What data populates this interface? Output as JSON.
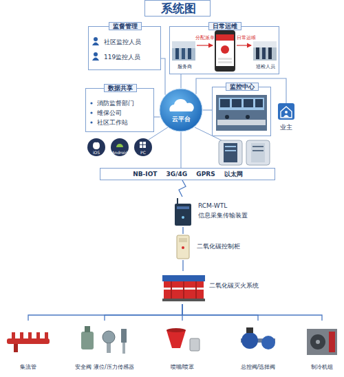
{
  "diagram": {
    "nodes": [
      {
        "text": [
          "系统图"
        ]
      },
      {
        "text": [
          "监督管理",
          "社区监控人员",
          "119监控人员"
        ]
      },
      {
        "text": [
          "日常运维",
          "服务商",
          "分配派单",
          "日常运维",
          "巡检人员"
        ]
      },
      {
        "text": [
          "数据共享",
          "消防监督部门",
          "维保公司",
          "社区工作站"
        ]
      },
      {
        "text": [
          "云平台"
        ]
      },
      {
        "text": [
          "监控中心"
        ]
      },
      {
        "text": [
          "业主"
        ]
      },
      {
        "text": [
          "NB-IOT 3G/4G GPRS 以太网"
        ]
      },
      {
        "text": [
          "RCM-WTL",
          "信息采集传输装置"
        ]
      },
      {
        "text": [
          "二氧化碳控制柜"
        ]
      },
      {
        "text": [
          "二氧化碳灭火系统"
        ]
      },
      {
        "text": [
          "集流管"
        ]
      },
      {
        "text": [
          "安全阀 液位/压力传感器"
        ]
      },
      {
        "text": [
          "喷嘴/喷罩"
        ]
      },
      {
        "text": [
          "总控阀/选择阀"
        ]
      },
      {
        "text": [
          "制冷机组"
        ]
      }
    ],
    "edges": [
      {
        "from": 4,
        "to": 1,
        "arrow": "none"
      },
      {
        "from": 4,
        "to": 2,
        "arrow": "none"
      },
      {
        "from": 4,
        "to": 3,
        "arrow": "none"
      },
      {
        "from": 4,
        "to": 5,
        "arrow": "none"
      },
      {
        "from": 4,
        "to": 6,
        "arrow": "none"
      },
      {
        "from": 4,
        "to": 7,
        "arrow": "none"
      },
      {
        "from": 7,
        "to": 8,
        "arrow": "none"
      },
      {
        "from": 8,
        "to": 9,
        "arrow": "none"
      },
      {
        "from": 9,
        "to": 10,
        "arrow": "none"
      },
      {
        "from": 10,
        "to": 11,
        "arrow": "none"
      },
      {
        "from": 10,
        "to": 12,
        "arrow": "none"
      },
      {
        "from": 10,
        "to": 13,
        "arrow": "none"
      },
      {
        "from": 10,
        "to": 14,
        "arrow": "none"
      },
      {
        "from": 10,
        "to": 15,
        "arrow": "none"
      }
    ],
    "labels": [
      "iOS",
      "Android",
      "PC"
    ]
  }
}
